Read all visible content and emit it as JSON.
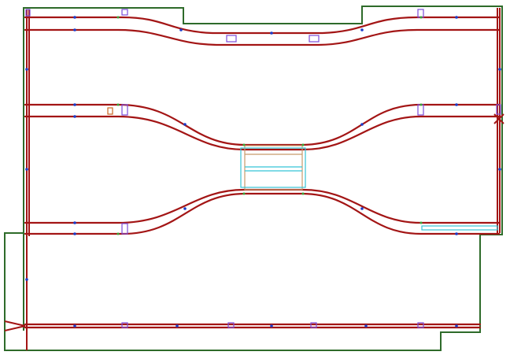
{
  "diagram": {
    "kind": "track-plan",
    "colors": {
      "boundary": "#2e6b2a",
      "track": "#a31515",
      "turnout-marker": "#7c4cd9",
      "platform": "#35c3d6",
      "building": "#c89a6a",
      "node": "#1b3cc9"
    },
    "elements": {
      "mainline_loops": 3,
      "bottom_straight": 1,
      "station_bridge": 1
    }
  }
}
